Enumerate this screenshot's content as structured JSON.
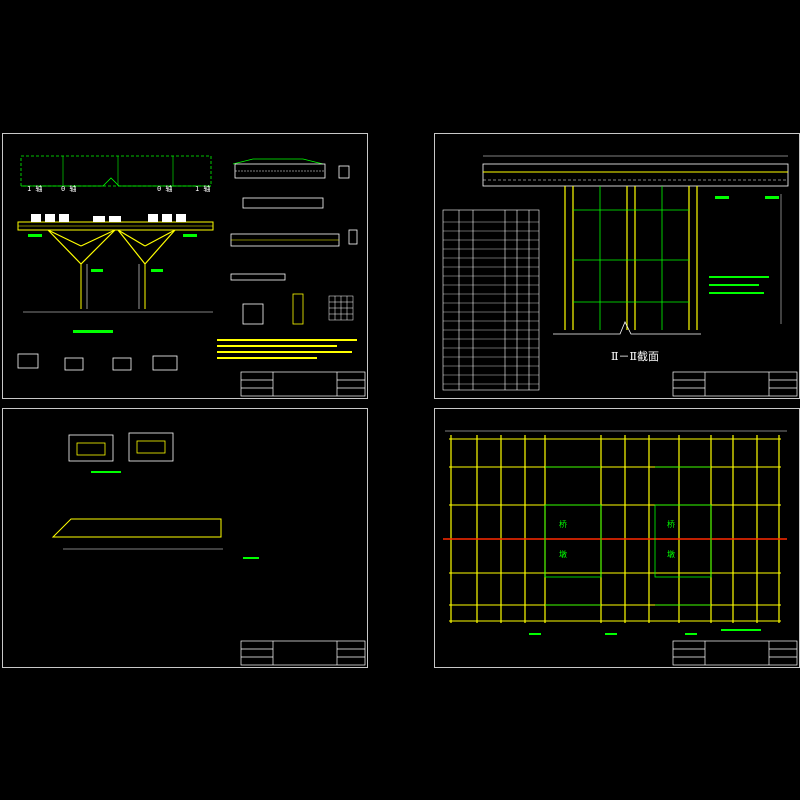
{
  "colors": {
    "background": "#000000",
    "border": "#c8c8c8",
    "yellow": "#ffff00",
    "green": "#00ff00",
    "white": "#ffffff",
    "red": "#ff2a00",
    "cyan": "#00ffff"
  },
  "sheets": [
    {
      "id": "sheet-1",
      "content": "bridge cross-section with details"
    },
    {
      "id": "sheet-2",
      "content": "section II-II elevation with material table",
      "caption": "Ⅱ－Ⅱ截面"
    },
    {
      "id": "sheet-3",
      "content": "member detail"
    },
    {
      "id": "sheet-4",
      "content": "pile and beam grid plan"
    }
  ],
  "sheet1": {
    "labels": [
      "1 轴",
      "0 轴",
      "0 轴",
      "1 轴"
    ]
  },
  "sheet4": {
    "grid_labels": [
      "桥",
      "墩",
      "桥",
      "墩"
    ]
  }
}
